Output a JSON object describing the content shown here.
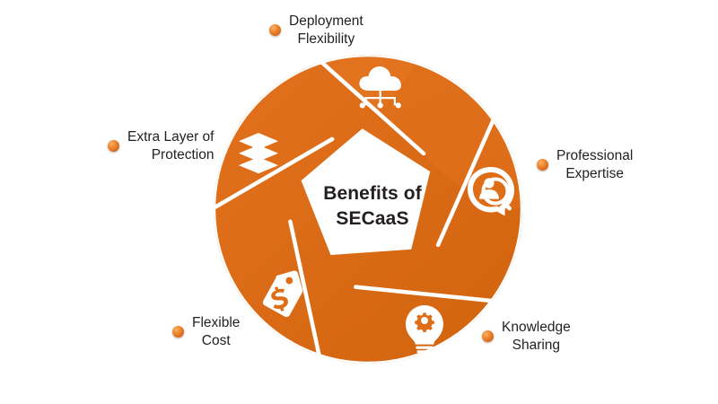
{
  "diagram": {
    "type": "camera-shutter-benefits-wheel",
    "center_title_line1": "Benefits of",
    "center_title_line2": "SECaaS",
    "colors": {
      "blade": "#E2711D",
      "blade_dark": "#D3660F",
      "background": "#FFFFFF",
      "text": "#231F20",
      "bead": "#EF8B35",
      "icon": "#FFFFFF"
    },
    "blade_count": 5,
    "items": [
      {
        "id": "deployment-flexibility",
        "label_line1": "Deployment",
        "label_line2": "Flexibility",
        "icon": "cloud-network-icon",
        "position": "top"
      },
      {
        "id": "extra-layer-of-protection",
        "label_line1": "Extra Layer of",
        "label_line2": "Protection",
        "icon": "stacked-layers-icon",
        "position": "left"
      },
      {
        "id": "professional-expertise",
        "label_line1": "Professional",
        "label_line2": "Expertise",
        "icon": "person-search-pin-icon",
        "position": "right"
      },
      {
        "id": "flexible-cost",
        "label_line1": "Flexible",
        "label_line2": "Cost",
        "icon": "price-tag-dollar-icon",
        "position": "bottom-left"
      },
      {
        "id": "knowledge-sharing",
        "label_line1": "Knowledge",
        "label_line2": "Sharing",
        "icon": "lightbulb-gear-icon",
        "position": "bottom-right"
      }
    ]
  }
}
